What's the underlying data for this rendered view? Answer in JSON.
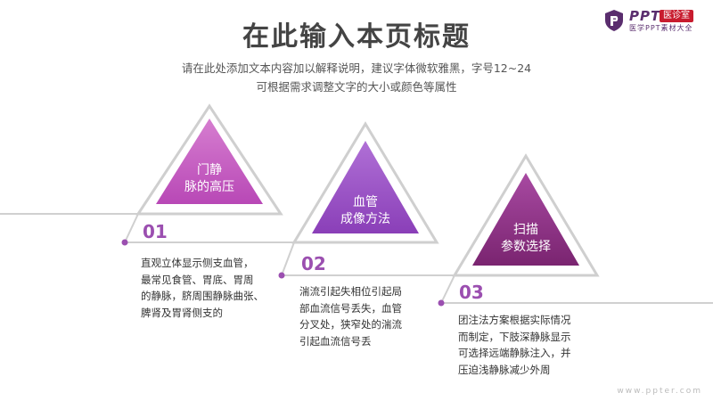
{
  "title": "在此输入本页标题",
  "subtitle": {
    "line1": "请在此处添加文本内容加以解释说明，建议字体微软雅黑，字号12~24",
    "line2": "可根据需求调整文字的大小或颜色等属性"
  },
  "logo": {
    "ppt": "PPT",
    "badge": "医诊室",
    "sub": "医学PPT素材大全"
  },
  "steps": [
    {
      "label_line1": "门静",
      "label_line2": "脉的高压",
      "number": "01",
      "desc": [
        "直观立体显示侧支血管，",
        "最常见食管、胃底、胃周",
        "的静脉，脐周围静脉曲张、",
        "脾肾及胃肾侧支的"
      ]
    },
    {
      "label_line1": "血管",
      "label_line2": "成像方法",
      "number": "02",
      "desc": [
        "湍流引起失相位引起局",
        "部血流信号丢失，血管",
        "分叉处，狭窄处的湍流",
        "引起血流信号丢"
      ]
    },
    {
      "label_line1": "扫描",
      "label_line2": "参数选择",
      "number": "03",
      "desc": [
        "团注法方案根据实际情况",
        "而制定，下肢深静脉显示",
        "可选择远端静脉注入，并",
        "压迫浅静脉减少外周"
      ]
    }
  ],
  "footer": "www.ppter.com",
  "colors": {
    "tri1": "#c25bc0",
    "tri2": "#9b4fc4",
    "tri3": "#8c2f86",
    "accent": "#9b4fb0",
    "line": "#d0d0d0"
  }
}
